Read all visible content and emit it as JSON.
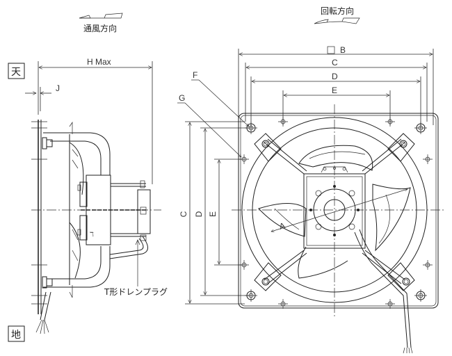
{
  "annotations": {
    "airflow_direction": "通風方向",
    "rotation_direction": "回転方向",
    "top_marker": "天",
    "bottom_marker": "地",
    "drain_plug": "T形ドレンプラグ"
  },
  "dimensions": {
    "h_max": "H Max",
    "j": "J",
    "b": "B",
    "b_prefix_symbol": "□",
    "c": "C",
    "d": "D",
    "e": "E",
    "f": "F",
    "g": "G",
    "a": "A"
  },
  "views": [
    "side-view",
    "front-view"
  ],
  "colors": {
    "line": "#1e1e1e",
    "background": "#ffffff"
  }
}
